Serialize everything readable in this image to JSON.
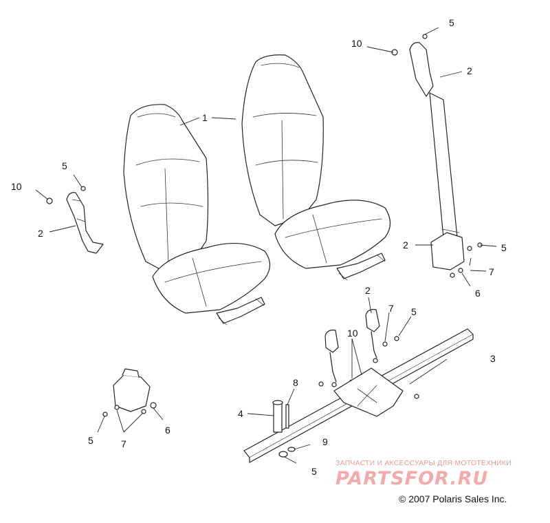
{
  "diagram": {
    "callouts": [
      {
        "id": "c1",
        "label": "1"
      },
      {
        "id": "c2a",
        "label": "2"
      },
      {
        "id": "c2b",
        "label": "2"
      },
      {
        "id": "c2c",
        "label": "2"
      },
      {
        "id": "c2d",
        "label": "2"
      },
      {
        "id": "c3",
        "label": "3"
      },
      {
        "id": "c4",
        "label": "4"
      },
      {
        "id": "c5a",
        "label": "5"
      },
      {
        "id": "c5b",
        "label": "5"
      },
      {
        "id": "c5c",
        "label": "5"
      },
      {
        "id": "c5d",
        "label": "5"
      },
      {
        "id": "c5e",
        "label": "5"
      },
      {
        "id": "c5f",
        "label": "5"
      },
      {
        "id": "c6a",
        "label": "6"
      },
      {
        "id": "c6b",
        "label": "6"
      },
      {
        "id": "c7a",
        "label": "7"
      },
      {
        "id": "c7b",
        "label": "7"
      },
      {
        "id": "c7c",
        "label": "7"
      },
      {
        "id": "c8",
        "label": "8"
      },
      {
        "id": "c9",
        "label": "9"
      },
      {
        "id": "c10a",
        "label": "10"
      },
      {
        "id": "c10b",
        "label": "10"
      },
      {
        "id": "c10c",
        "label": "10"
      }
    ]
  },
  "watermark": {
    "caption": "ЗАПЧАСТИ И АКСЕССУАРЫ ДЛЯ МОТОТЕХНИКИ",
    "logo": "PARTSFOR.RU"
  },
  "copyright": "© 2007 Polaris Sales Inc.",
  "colors": {
    "line": "#222222",
    "watermark": "#f2aaaa",
    "background": "#ffffff"
  }
}
